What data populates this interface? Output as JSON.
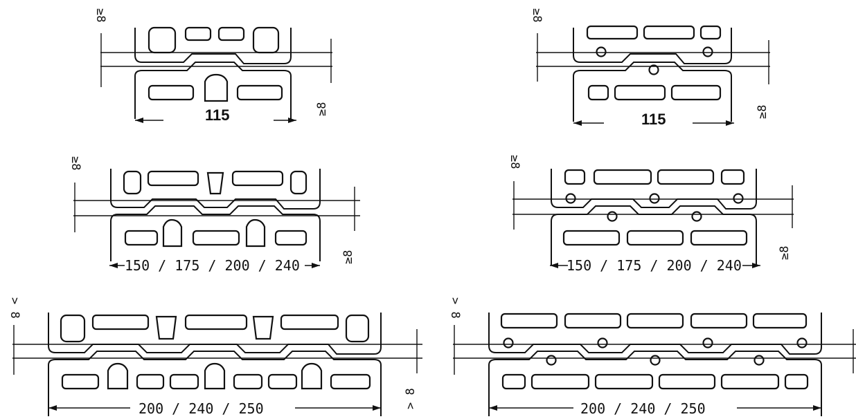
{
  "diagram": {
    "top_left_dim": "115",
    "top_right_dim": "115",
    "mid_left_dim": "150 / 175 / 200 / 240",
    "mid_right_dim": "150 / 175 / 200 / 240",
    "bot_left_dim": "200 / 240 / 250",
    "bot_right_dim": "200 / 240 / 250",
    "gap_ge8": "≥8",
    "gap_gt8": "> 8"
  }
}
